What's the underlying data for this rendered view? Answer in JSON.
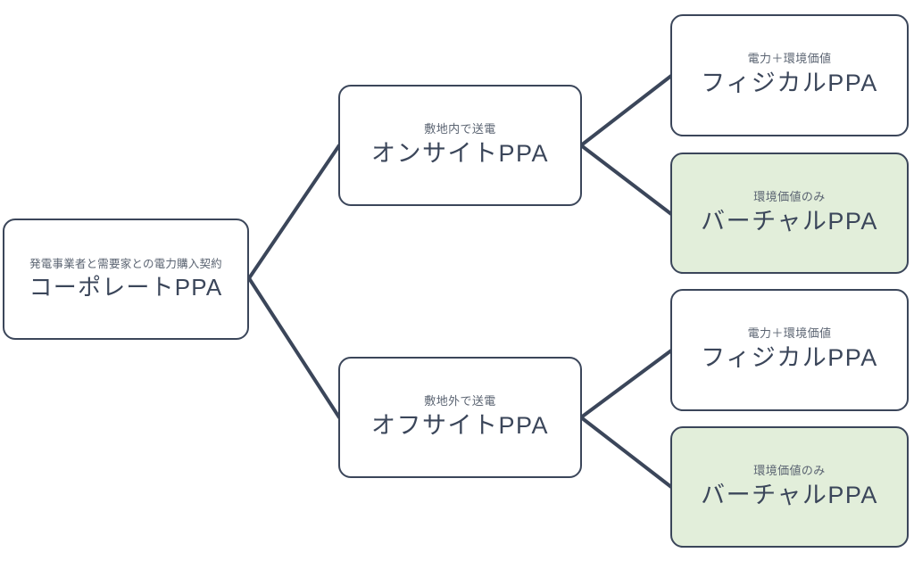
{
  "diagram": {
    "type": "tree-diagram",
    "orientation": "left-to-right",
    "background_color": "#FFFFFF",
    "border_color": "#3B465A",
    "text_color": "#3B465A",
    "caption_color": "#5B6472",
    "highlight_fill": "#E2EEDA",
    "connector_color": "#3B465A"
  },
  "nodes": {
    "root": {
      "caption": "発電事業者と需要家との電力購入契約",
      "title": "コーポレートPPA",
      "fill": "#FFFFFF"
    },
    "onsite": {
      "caption": "敷地内で送電",
      "title": "オンサイトPPA",
      "fill": "#FFFFFF"
    },
    "offsite": {
      "caption": "敷地外で送電",
      "title": "オフサイトPPA",
      "fill": "#FFFFFF"
    },
    "onsite_physical": {
      "caption": "電力＋環境価値",
      "title": "フィジカルPPA",
      "fill": "#FFFFFF"
    },
    "onsite_virtual": {
      "caption": "環境価値のみ",
      "title": "バーチャルPPA",
      "fill": "#E2EEDA"
    },
    "offsite_physical": {
      "caption": "電力＋環境価値",
      "title": "フィジカルPPA",
      "fill": "#FFFFFF"
    },
    "offsite_virtual": {
      "caption": "環境価値のみ",
      "title": "バーチャルPPA",
      "fill": "#E2EEDA"
    }
  }
}
